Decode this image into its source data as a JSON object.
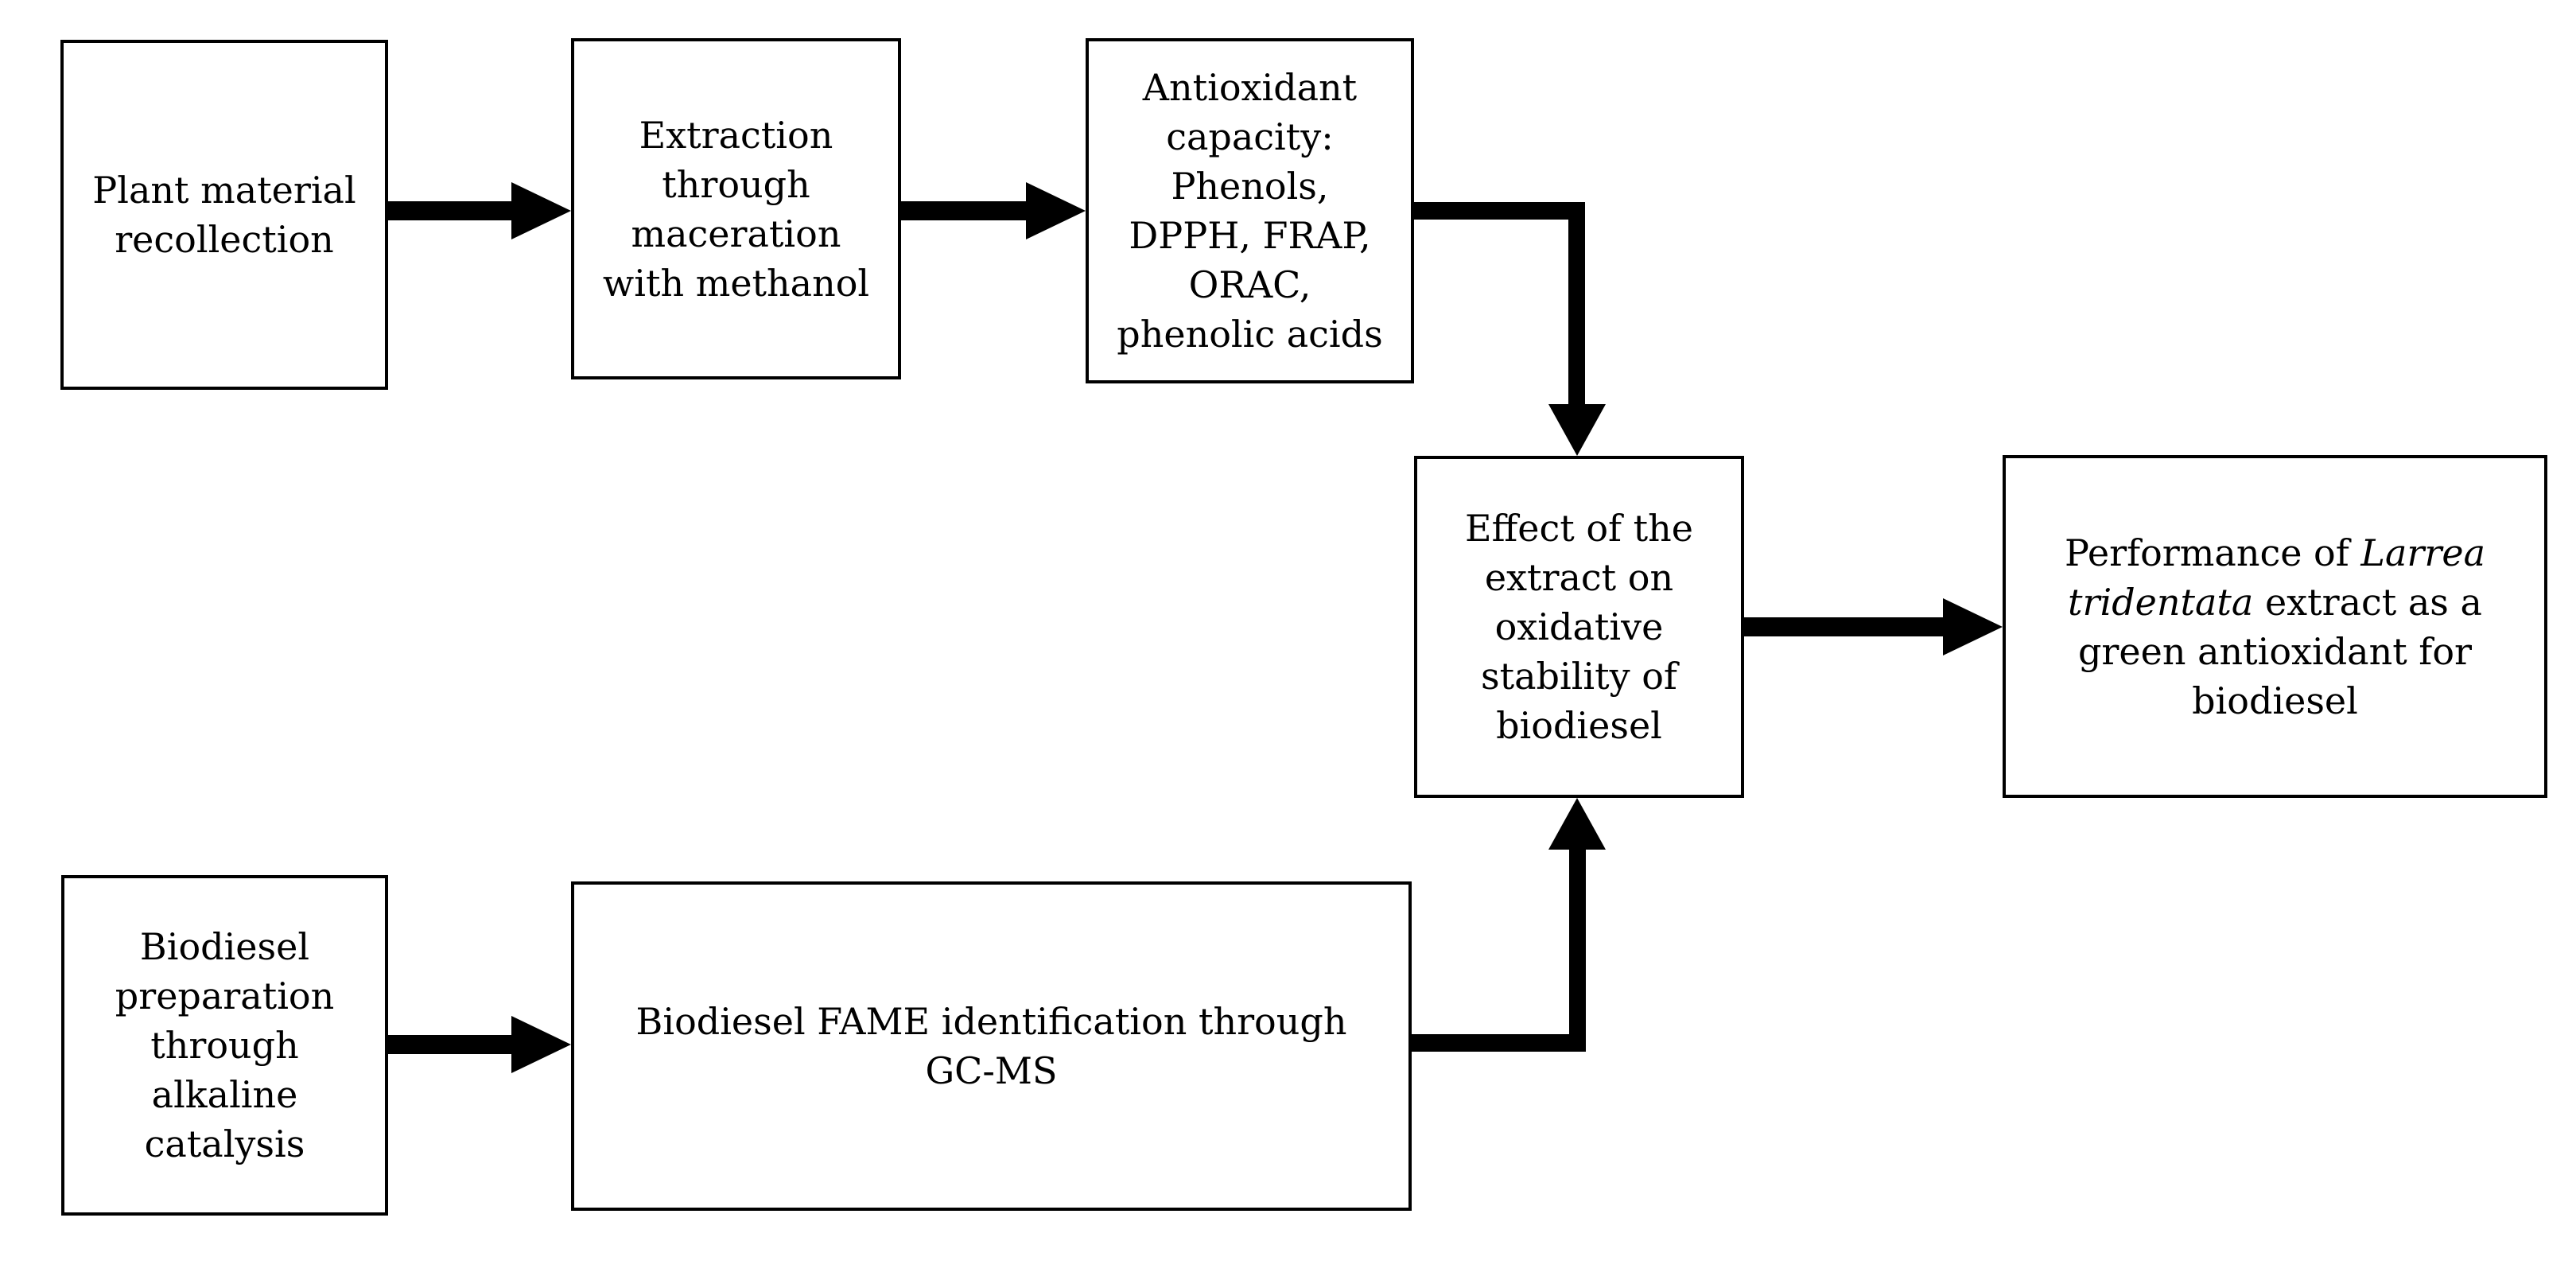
{
  "diagram": {
    "type": "flowchart",
    "background_color": "#ffffff",
    "line_color": "#000000",
    "text_color": "#000000",
    "nodes": {
      "plant": {
        "text": "Plant material\nrecollection"
      },
      "extraction": {
        "text": "Extraction\nthrough\nmaceration\nwith methanol"
      },
      "antioxidant": {
        "text": "Antioxidant\ncapacity:\nPhenols,\nDPPH, FRAP,\nORAC,\nphenolic acids"
      },
      "effect": {
        "text": "Effect of the\nextract on\noxidative\nstability of\nbiodiesel"
      },
      "performance": {
        "segments": [
          {
            "text": "Performance of ",
            "style": "normal"
          },
          {
            "text": "Larrea\ntridentata",
            "style": "italic"
          },
          {
            "text": " extract as a\ngreen antioxidant for\nbiodiesel",
            "style": "normal"
          }
        ]
      },
      "prep": {
        "text": "Biodiesel\npreparation\nthrough\nalkaline\ncatalysis"
      },
      "fame": {
        "text": "Biodiesel FAME identification through\nGC-MS"
      }
    },
    "connectors": [
      {
        "from": "plant",
        "to": "extraction",
        "shape": "straight",
        "direction": "right"
      },
      {
        "from": "extraction",
        "to": "antioxidant",
        "shape": "straight",
        "direction": "right"
      },
      {
        "from": "antioxidant",
        "to": "effect",
        "shape": "elbow",
        "direction": "right-then-down"
      },
      {
        "from": "effect",
        "to": "performance",
        "shape": "straight",
        "direction": "right"
      },
      {
        "from": "prep",
        "to": "fame",
        "shape": "straight",
        "direction": "right"
      },
      {
        "from": "fame",
        "to": "effect",
        "shape": "elbow",
        "direction": "right-then-up"
      }
    ]
  }
}
